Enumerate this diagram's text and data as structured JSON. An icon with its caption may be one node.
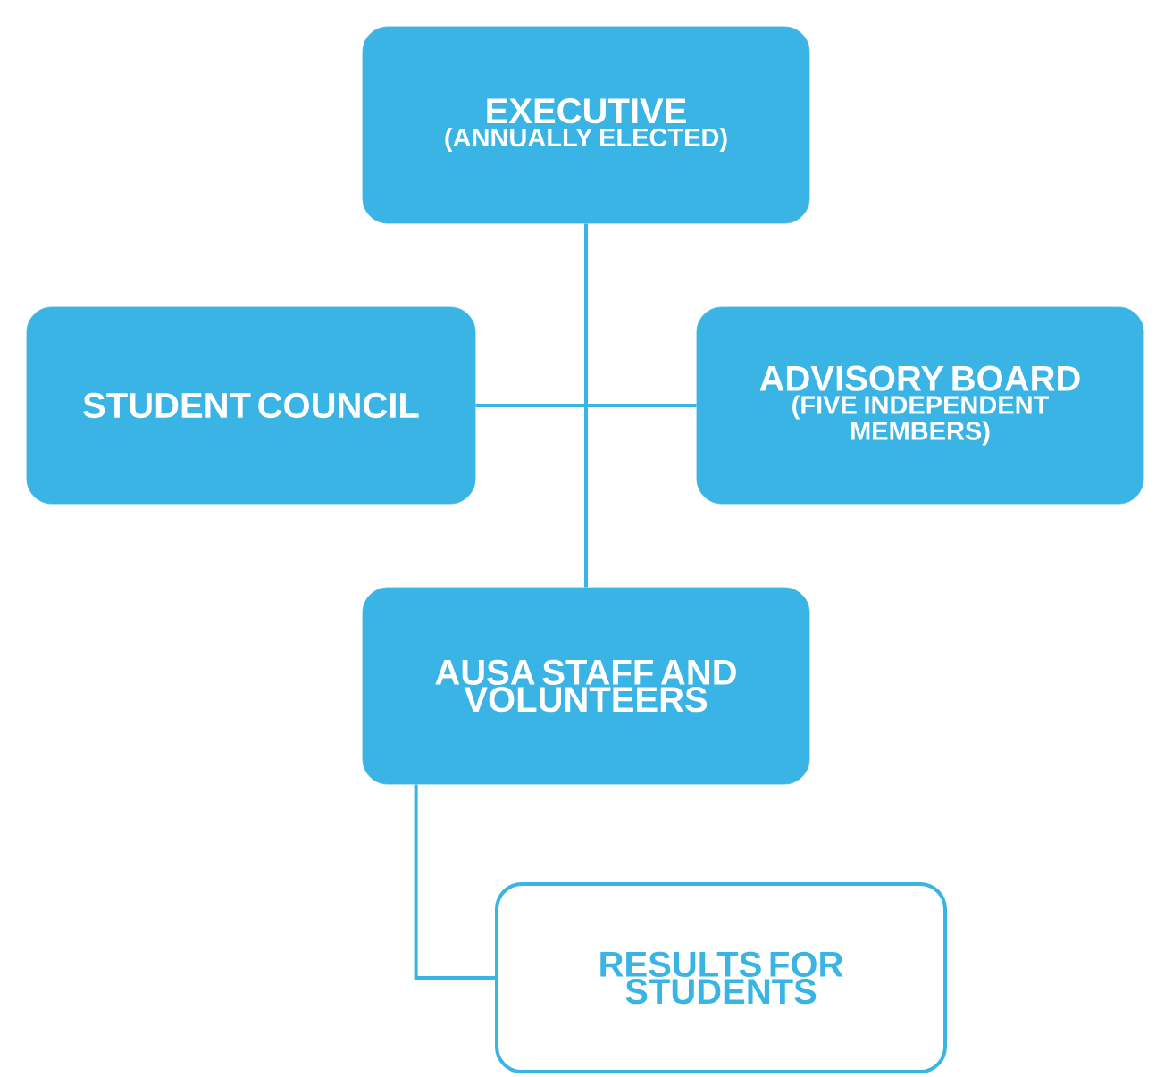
{
  "diagram": {
    "nodes": [
      {
        "text": [
          "EXECUTIVE",
          "(ANNUALLY ELECTED)"
        ]
      },
      {
        "text": [
          "STUDENT COUNCIL"
        ]
      },
      {
        "text": [
          "ADVISORY BOARD",
          "(FIVE INDEPENDENT MEMBERS)"
        ]
      },
      {
        "text": [
          "AUSA STAFF AND VOLUNTEERS"
        ]
      },
      {
        "text": [
          "RESULTS FOR STUDENTS"
        ]
      }
    ],
    "edges": [
      {
        "from": 0,
        "to": 3,
        "arrow": "none"
      },
      {
        "from": 1,
        "to": 2,
        "arrow": "none"
      },
      {
        "from": 3,
        "to": 4,
        "arrow": "none"
      }
    ]
  }
}
